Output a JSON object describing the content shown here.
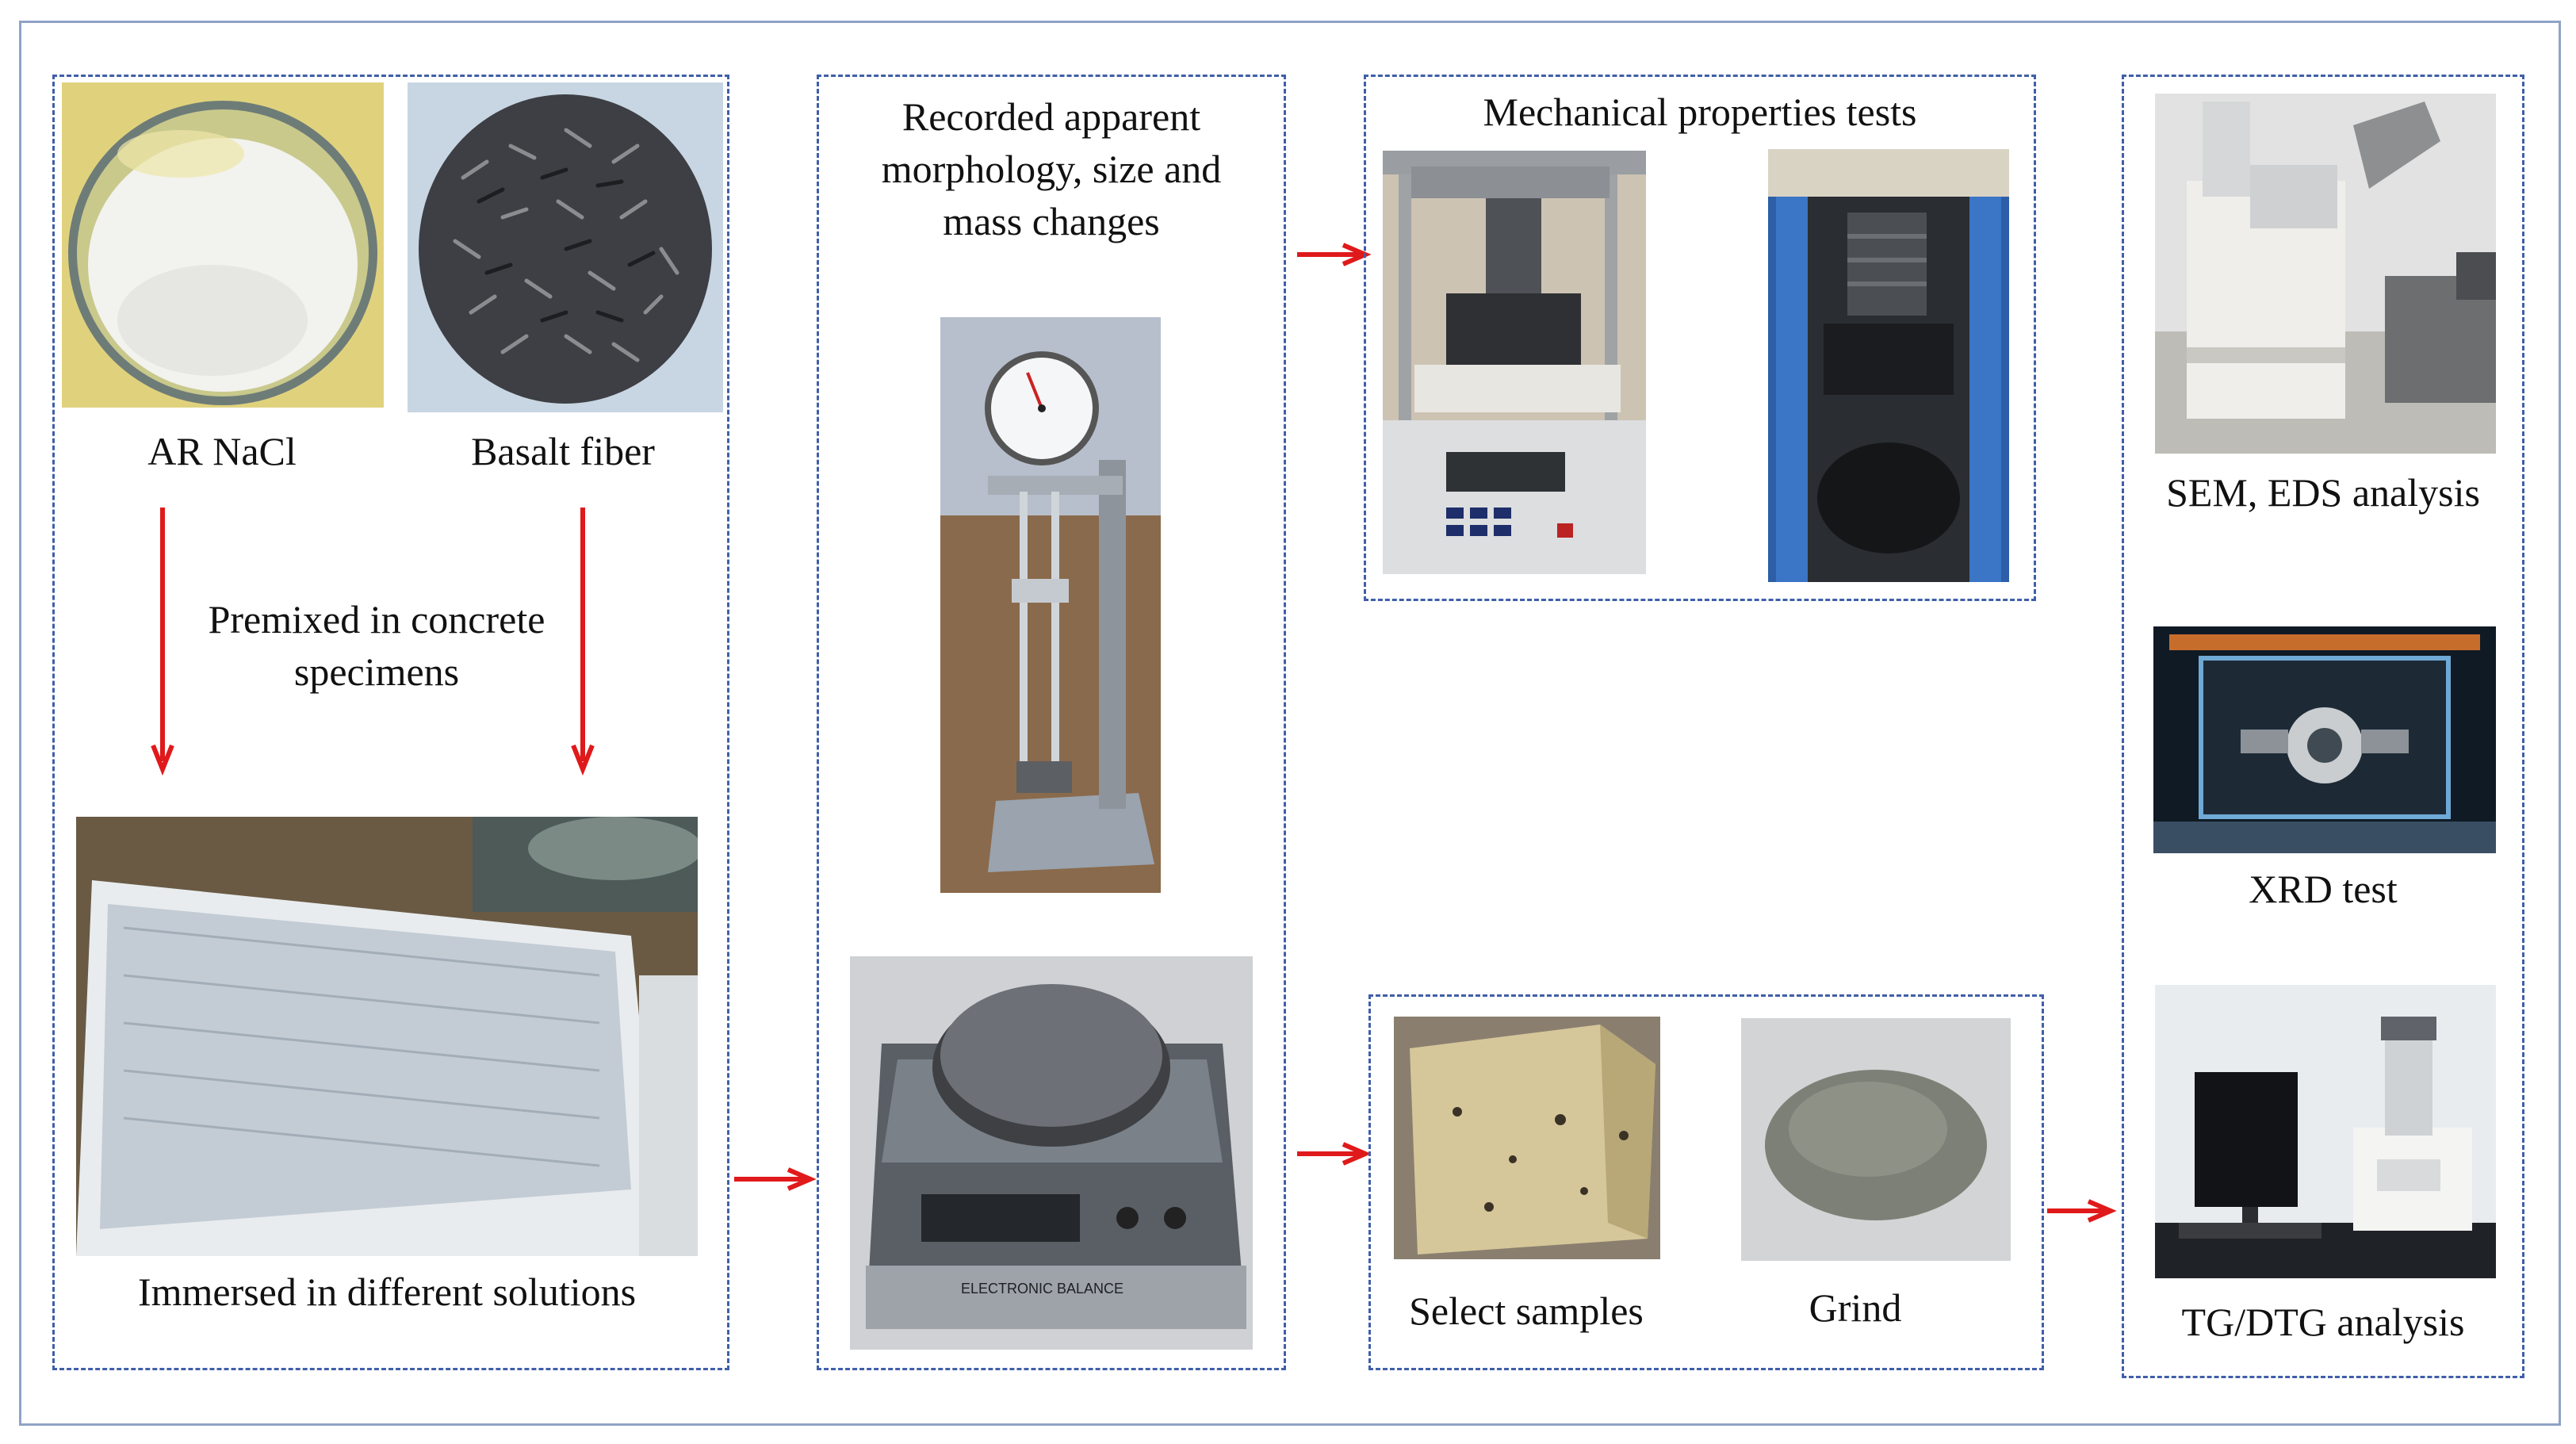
{
  "colors": {
    "arrow": "#e0191b",
    "dashed_border": "#3f5fa8",
    "frame": "#8fa3c6"
  },
  "materials": {
    "nacl_label": "AR NaCl",
    "fiber_label": "Basalt fiber",
    "premix_line1": "Premixed in concrete",
    "premix_line2": "specimens",
    "immersion_label": "Immersed in different solutions"
  },
  "recording": {
    "title_line1": "Recorded apparent",
    "title_line2": "morphology, size and",
    "title_line3": "mass changes",
    "balance_display_brand": "ELECTRONIC BALANCE"
  },
  "mechanical": {
    "title": "Mechanical properties tests"
  },
  "sampling": {
    "select_label": "Select samples",
    "grind_label": "Grind"
  },
  "analysis": {
    "sem_label": "SEM, EDS analysis",
    "xrd_label": "XRD test",
    "tg_label": "TG/DTG analysis"
  },
  "icons": [
    "dial-gauge-icon",
    "balance-icon",
    "press-machine-icon",
    "sem-icon",
    "xrd-icon",
    "tg-icon"
  ]
}
